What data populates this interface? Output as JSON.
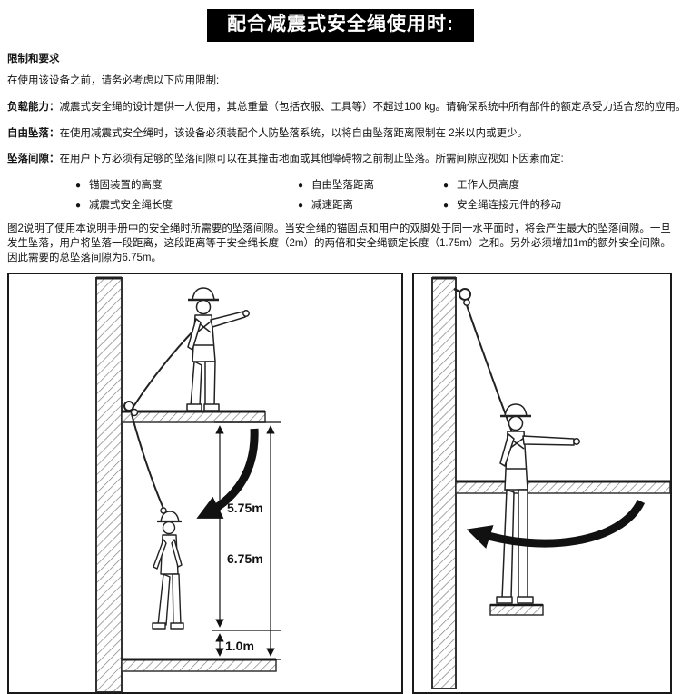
{
  "banner": {
    "title": "配合减震式安全绳使用时:"
  },
  "text": {
    "heading": "限制和要求",
    "intro": "在使用该设备之前，请务必考虑以下应用限制:",
    "load_label": "负载能力：",
    "load_body": "减震式安全绳的设计是供一人使用，其总重量（包括衣服、工具等）不超过100 kg。请确保系统中所有部件的额定承受力适合您的应用。",
    "freefall_label": "自由坠落：",
    "freefall_body": "在使用减震式安全绳时，该设备必须装配个人防坠落系统，以将自由坠落距离限制在 2米以内或更少。",
    "clearance_label": "坠落间隙：",
    "clearance_body": "在用户下方必须有足够的坠落间隙可以在其撞击地面或其他障碍物之前制止坠落。所需间隙应视如下因素而定:",
    "figure_para": "图2说明了使用本说明手册中的安全绳时所需要的坠落间隙。当安全绳的锚固点和用户的双脚处于同一水平面时，将会产生最大的坠落间隙。一旦发生坠落，用户将坠落一段距离，这段距离等于安全绳长度（2m）的两倍和安全绳额定长度（1.75m）之和。另外必须增加1m的额外安全间隙。因此需要的总坠落间隙为6.75m。"
  },
  "bullets": {
    "col1": [
      "锚固装置的高度",
      "减震式安全绳长度"
    ],
    "col2": [
      "自由坠落距离",
      "减速距离"
    ],
    "col3": [
      "工作人员高度",
      "安全绳连接元件的移动"
    ]
  },
  "diagram_left": {
    "dim_upper": "5.75m",
    "dim_total": "6.75m",
    "dim_bottom": "1.0m"
  },
  "colors": {
    "ink": "#141414",
    "banner_bg": "#000000"
  }
}
